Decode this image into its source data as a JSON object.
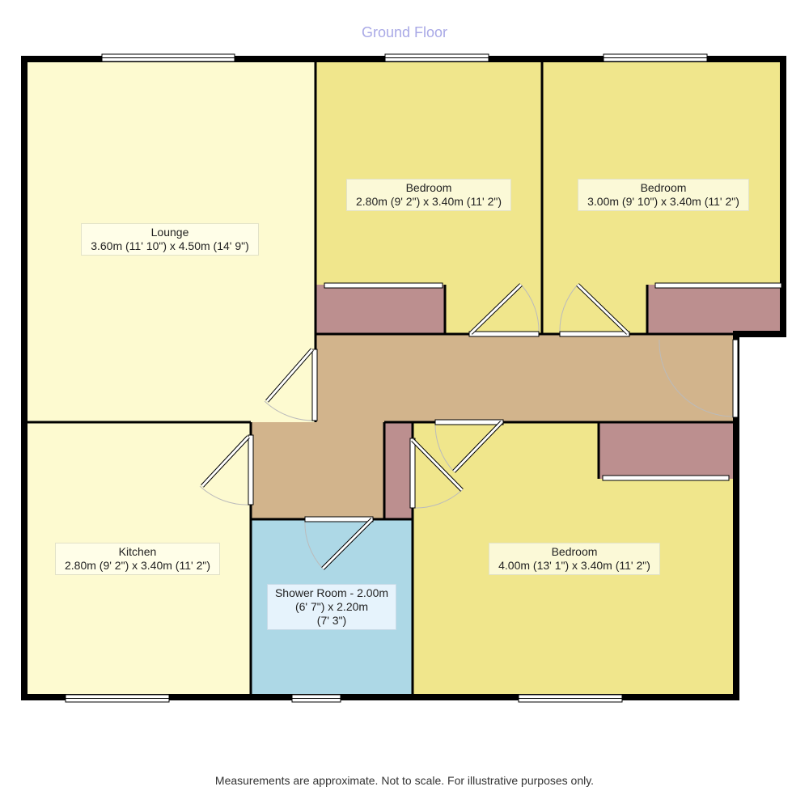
{
  "floor_title": "Ground Floor",
  "disclaimer": "Measurements are approximate. Not to scale. For illustrative purposes only.",
  "colors": {
    "lounge_fill": "#fdfad0",
    "kitchen_fill": "#fdfad0",
    "bedroom_fill": "#f0e68c",
    "hall_fill": "#d2b48c",
    "cupboard_fill": "#bc8f8f",
    "shower_fill": "#add8e6",
    "wall": "#000000",
    "title_color": "#a9a9e6"
  },
  "rooms": {
    "lounge": {
      "name": "Lounge",
      "dims": "3.60m (11' 10\") x 4.50m (14' 9\")"
    },
    "bedroom_1": {
      "name": "Bedroom",
      "dims": "2.80m (9' 2\") x 3.40m (11' 2\")"
    },
    "bedroom_2": {
      "name": "Bedroom",
      "dims": "3.00m (9' 10\") x 3.40m (11' 2\")"
    },
    "kitchen": {
      "name": "Kitchen",
      "dims": "2.80m (9' 2\") x 3.40m (11' 2\")"
    },
    "shower": {
      "line1": "Shower Room - 2.00m",
      "line2": "(6' 7\") x 2.20m",
      "line3": "(7' 3\")"
    },
    "bedroom_3": {
      "name": "Bedroom",
      "dims": "4.00m (13' 1\") x 3.40m (11' 2\")"
    }
  }
}
